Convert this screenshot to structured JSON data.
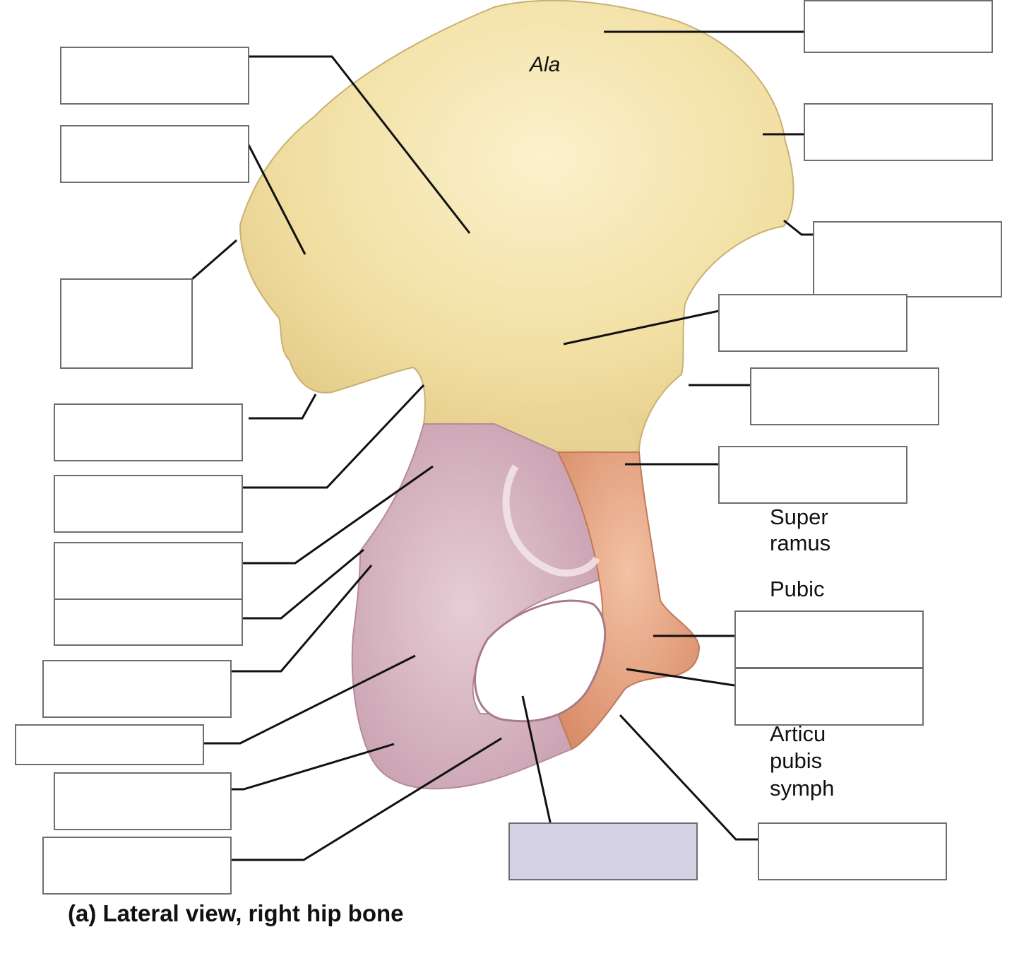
{
  "diagram": {
    "caption": "(a) Lateral view, right hip bone",
    "region_labels": {
      "ala": "Ala"
    },
    "partial_labels": {
      "superior_ramus_line1": "Super",
      "superior_ramus_line2": "ramus",
      "pubic": "Pubic",
      "articular_line1": "Articu",
      "articular_line2": "pubis",
      "articular_line3": "symph"
    },
    "colors": {
      "ilium": "#f2e2a8",
      "ischium": "#d8b4c0",
      "pubis": "#e8a888",
      "leader_line": "#111111",
      "box_border": "#6e6e6e",
      "highlight_box": "#d6d2e6"
    },
    "blank_label_boxes": 20
  }
}
